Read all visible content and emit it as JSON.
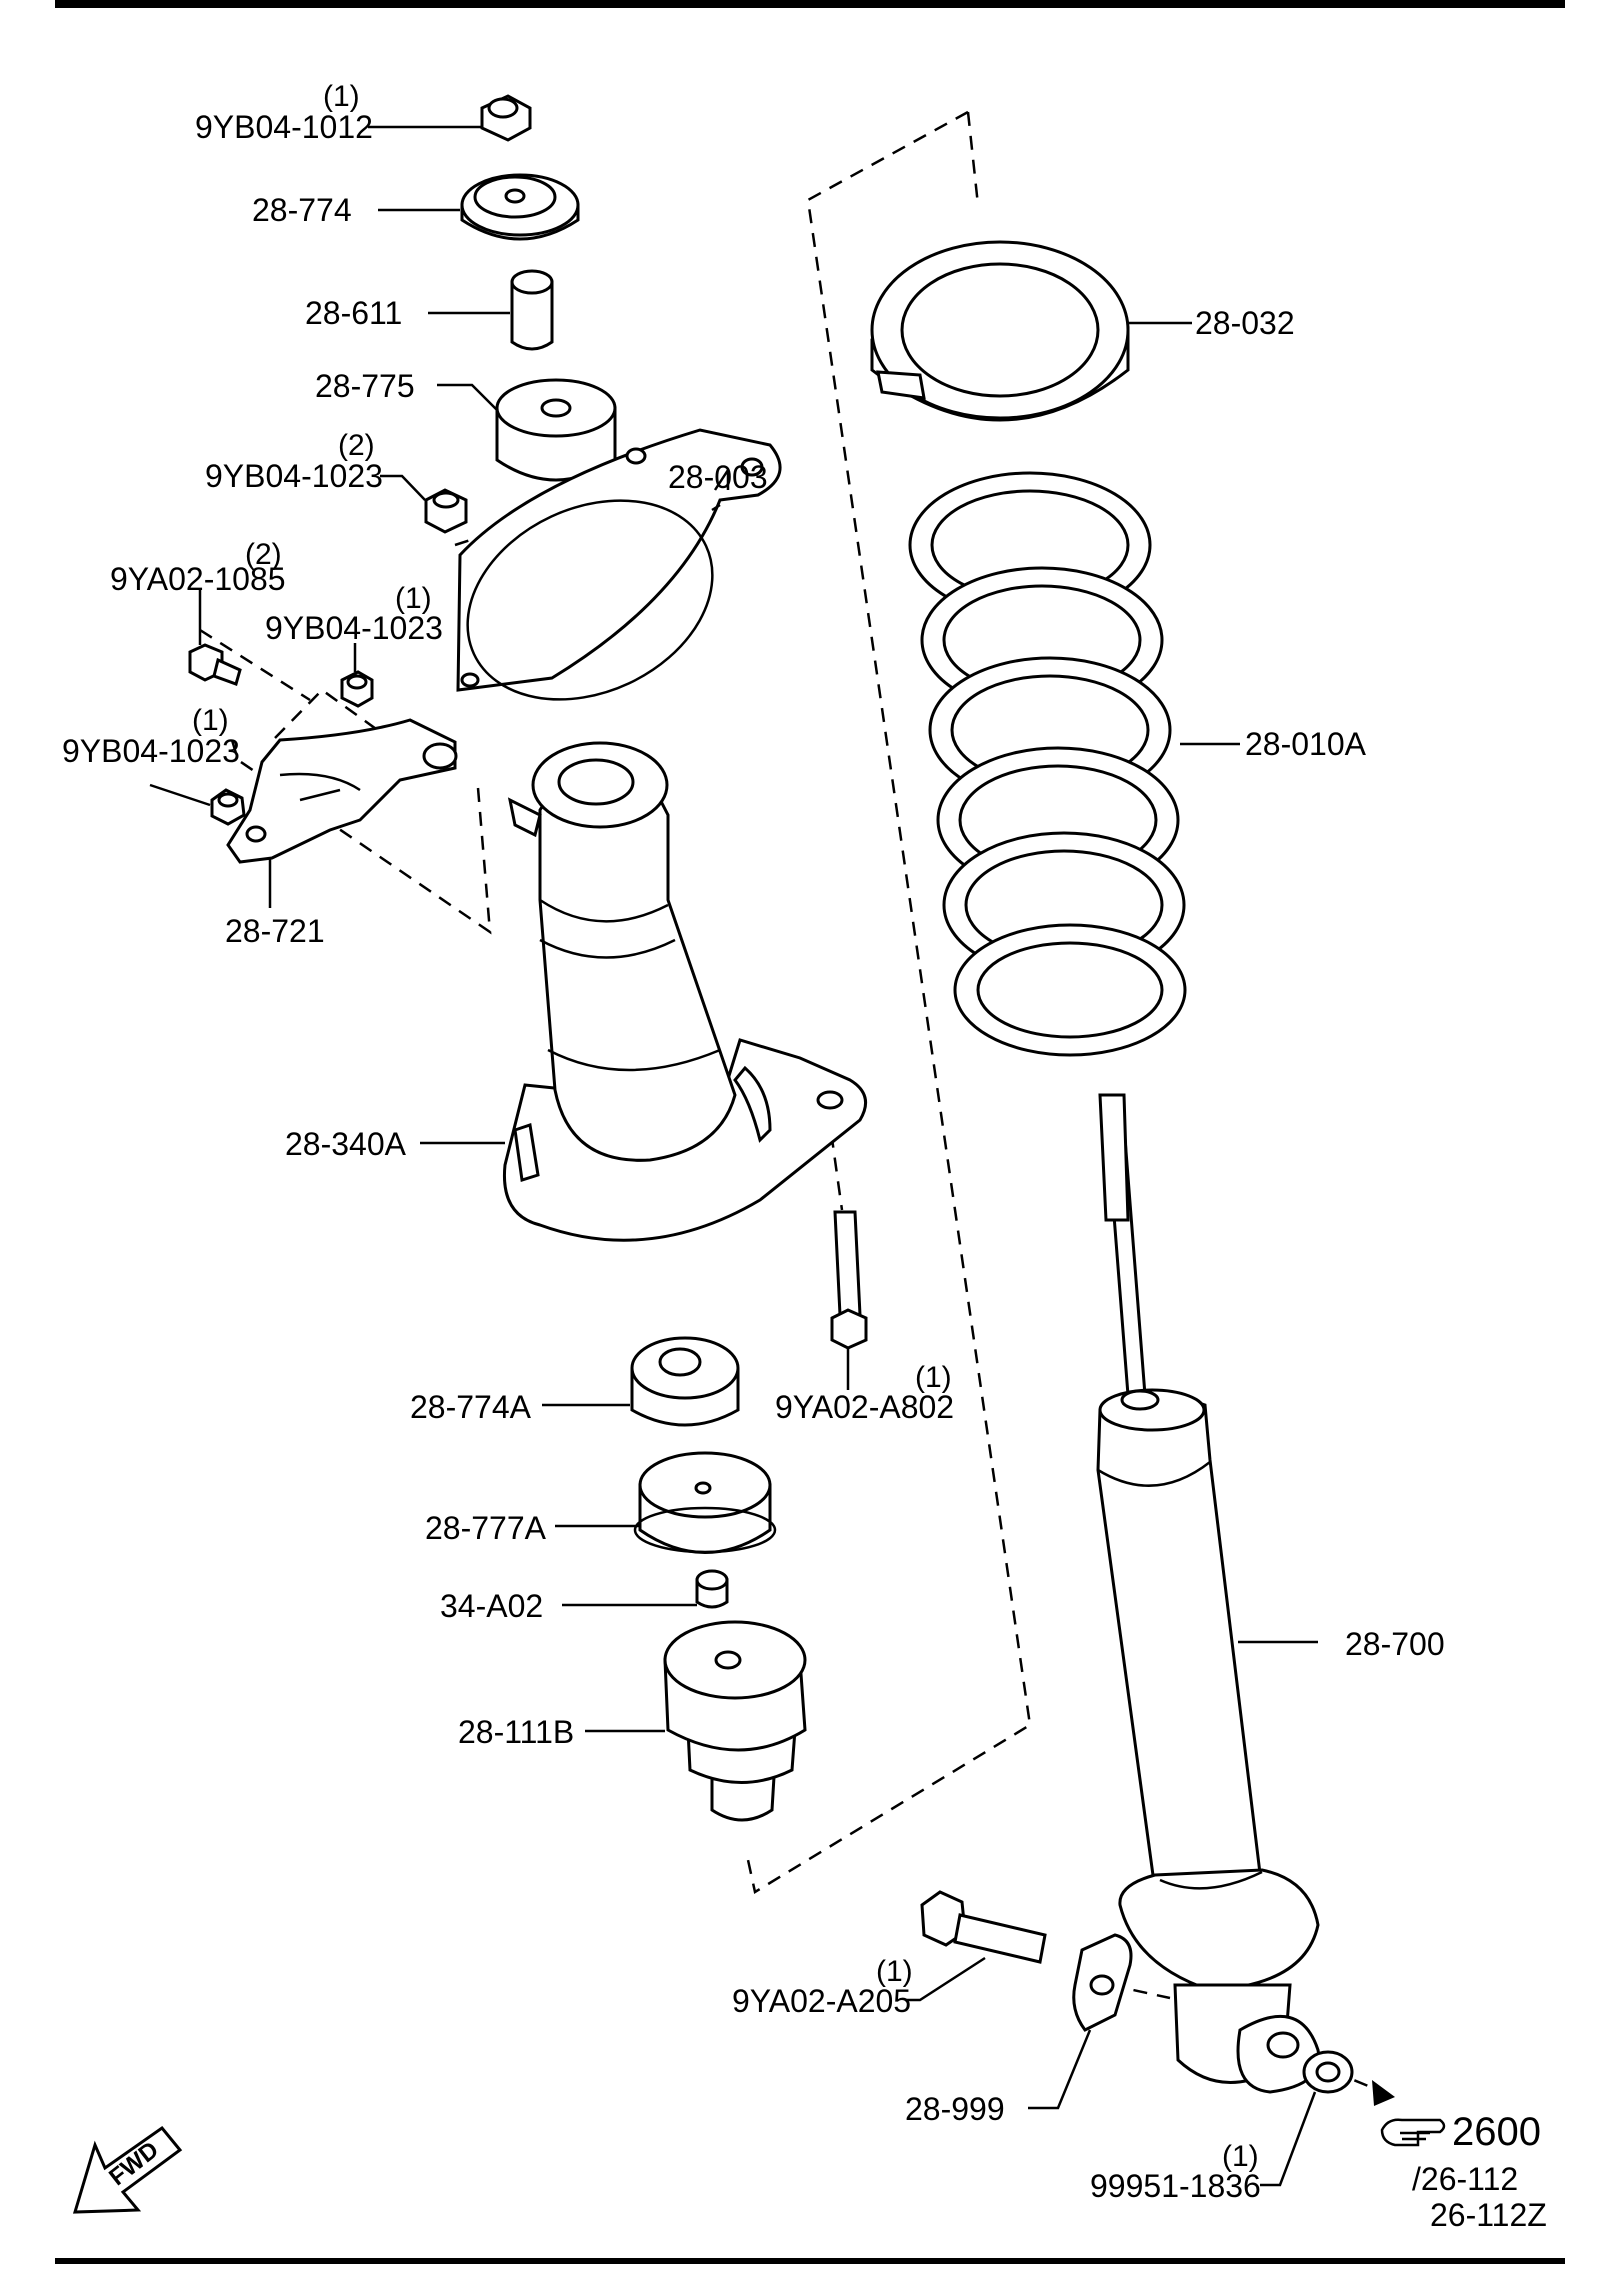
{
  "parts": {
    "nut_top": {
      "number": "9YB04-1012",
      "qty": "(1)"
    },
    "upper_cushion": {
      "number": "28-774"
    },
    "spacer": {
      "number": "28-611"
    },
    "mount_rubber": {
      "number": "28-775"
    },
    "nut_mount": {
      "number": "9YB04-1023",
      "qty": "(2)"
    },
    "gasket": {
      "number": "28-003"
    },
    "spring_seat": {
      "number": "28-032"
    },
    "bolt_bracket": {
      "number": "9YA02-1085",
      "qty": "(2)"
    },
    "nut_bracket_a": {
      "number": "9YB04-1023",
      "qty": "(1)"
    },
    "nut_bracket_b": {
      "number": "9YB04-1023",
      "qty": "(1)"
    },
    "coil_spring": {
      "number": "28-010A"
    },
    "bracket": {
      "number": "28-721"
    },
    "strut_tower": {
      "number": "28-340A"
    },
    "stud_bolt": {
      "number": "9YA02-A802",
      "qty": "(1)"
    },
    "lower_cushion": {
      "number": "28-774A"
    },
    "lower_seat": {
      "number": "28-777A"
    },
    "small_bushing": {
      "number": "34-A02"
    },
    "bump_stopper": {
      "number": "28-111B"
    },
    "shock_absorber": {
      "number": "28-700"
    },
    "lower_bolt": {
      "number": "9YA02-A205",
      "qty": "(1)"
    },
    "washer_plate": {
      "number": "28-999"
    },
    "lower_nut": {
      "number": "99951-1836",
      "qty": "(1)"
    }
  },
  "reference": {
    "group": "2600",
    "sub1": "/26-112",
    "sub2": "26-112Z"
  },
  "fwd": {
    "text": "FWD"
  },
  "icons": {
    "fwd": "fwd-arrow-icon",
    "ref": "pointing-hand-icon"
  }
}
